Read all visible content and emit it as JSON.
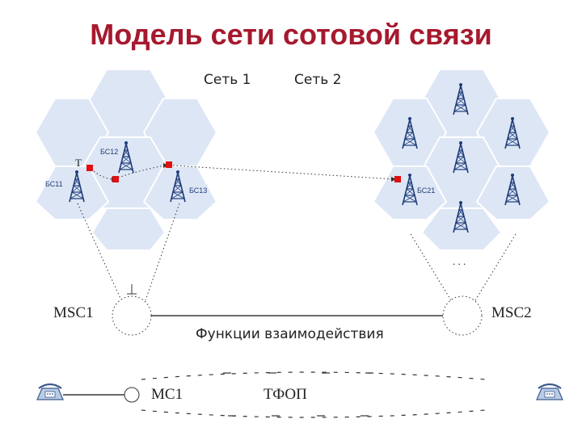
{
  "title": "Модель сети сотовой связи",
  "network_labels": {
    "net1": "Сеть 1",
    "net2": "Сеть 2"
  },
  "base_stations": {
    "bs11": "БС11",
    "bs12": "БС12",
    "bs13": "БС13",
    "bs21": "БС21"
  },
  "terminal_label": "T",
  "msc": {
    "left": "MSC1",
    "right": "MSC2"
  },
  "interworking_label": "Функции взаимодействия",
  "ellipsis": ". . .",
  "bottom": {
    "mc_label": "МС1",
    "pstn_label": "ТФОП"
  },
  "colors": {
    "title": "#a6192e",
    "cell_fill": "#dde6f5",
    "mobile_marker": "#e01010",
    "tower": "#1f3d7a"
  },
  "icons": {
    "tower": "antenna-tower-icon",
    "phone": "telephone-icon",
    "mobile": "mobile-station-icon"
  }
}
